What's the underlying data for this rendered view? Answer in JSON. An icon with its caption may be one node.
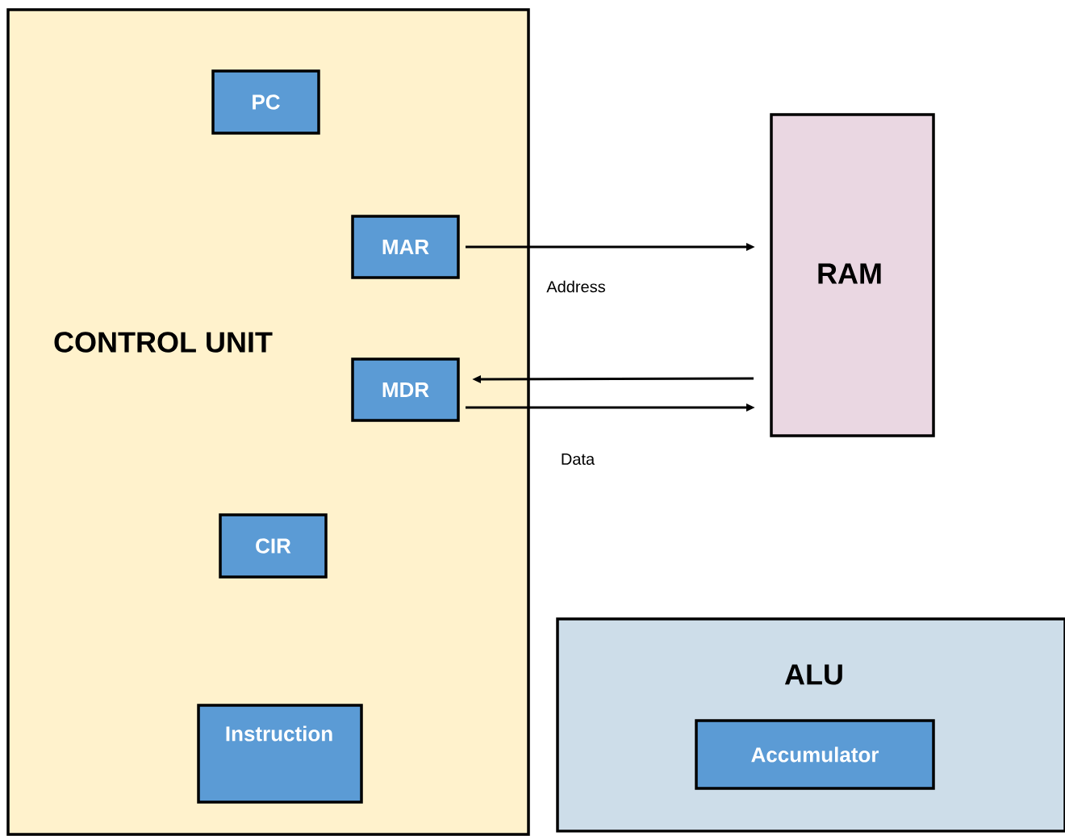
{
  "diagram": {
    "nodes": [
      {
        "text": [
          "CONTROL UNIT"
        ]
      },
      {
        "text": [
          "PC"
        ],
        "in": 0
      },
      {
        "text": [
          "MAR"
        ],
        "in": 0
      },
      {
        "text": [
          "MDR"
        ],
        "in": 0
      },
      {
        "text": [
          "CIR"
        ],
        "in": 0
      },
      {
        "text": [
          "Instruction"
        ],
        "in": 0
      },
      {
        "text": [
          "RAM"
        ]
      },
      {
        "text": [
          "ALU"
        ]
      },
      {
        "text": [
          "Accumulator"
        ],
        "in": 7
      }
    ],
    "edges": [
      {
        "from": 2,
        "to": 6,
        "arrow": "to",
        "label": "Address"
      },
      {
        "from": 6,
        "to": 3,
        "arrow": "to"
      },
      {
        "from": 3,
        "to": 6,
        "arrow": "to",
        "label": "Data"
      }
    ]
  }
}
